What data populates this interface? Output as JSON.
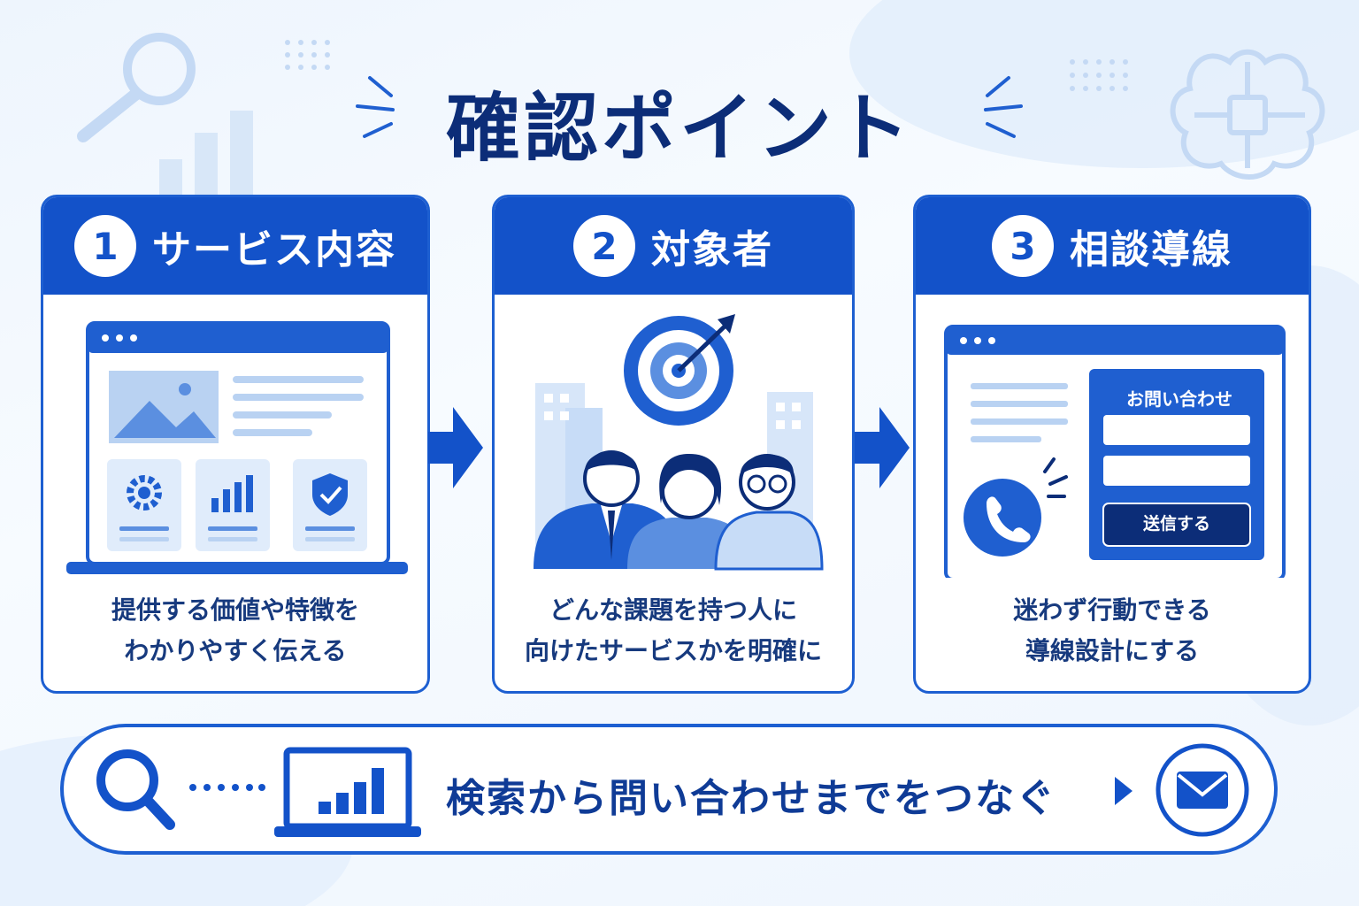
{
  "title": "確認ポイント",
  "steps": [
    {
      "number": "1",
      "title": "サービス内容",
      "desc_lines": [
        "提供する価値や特徴を",
        "わかりやすく伝える"
      ]
    },
    {
      "number": "2",
      "title": "対象者",
      "desc_lines": [
        "どんな課題を持つ人に",
        "向けたサービスかを明確に"
      ]
    },
    {
      "number": "3",
      "title": "相談導線",
      "desc_lines": [
        "迷わず行動できる",
        "導線設計にする"
      ]
    }
  ],
  "contact_form": {
    "title": "お問い合わせ",
    "submit_label": "送信する"
  },
  "bottom_message": "検索から問い合わせまでをつなぐ",
  "colors": {
    "primary": "#1352c9",
    "dark_text": "#0c2d78",
    "light_blue": "#c7dcf7",
    "mid_blue": "#5b8fe0"
  }
}
